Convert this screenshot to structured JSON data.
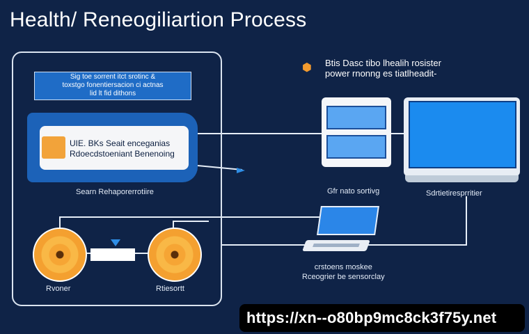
{
  "title": "Health/ Reneogiliartion Process",
  "left_panel": {
    "header_lines": [
      "Sig toe sorrent itct srotinc &",
      "toxstgo fonentiersacion ci actnas",
      "lid lt fid dithons"
    ],
    "tablet_lines": [
      "UIE. BKs Seait enceganias",
      "Rdoecdstoeniant Benenoing"
    ],
    "tablet_caption": "Searn Rehaporerrotiire",
    "disc_left_label": "Rvoner",
    "disc_right_label": "Rtiesortt"
  },
  "right_area": {
    "connector_icon": "orange-hexagon-icon",
    "connector_lines": [
      "Btis Dasc tibo lhealih rosister",
      "power rnonng es tiatlheadit-"
    ],
    "device1_label": "Gfr nato sortivg",
    "monitor_label": "Sdrtietiresprritier",
    "laptop_lines": [
      "crstoens moskee",
      "Rceogrier be sensorclay"
    ]
  },
  "watermark": "https://xn--o80bp9mc8ck3f75y.net",
  "colors": {
    "background": "#0f2347",
    "accent_blue": "#1c62b8",
    "orange": "#f2a33a",
    "line": "#e6eef8"
  }
}
